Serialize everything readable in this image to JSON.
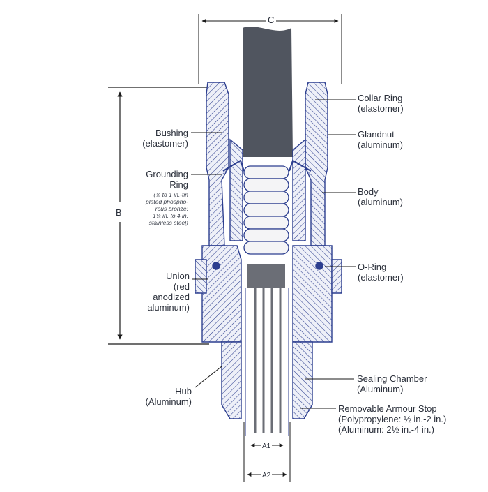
{
  "dimensions": {
    "c": "C",
    "b": "B",
    "a1": "A1",
    "a2": "A2"
  },
  "labels": {
    "collar_ring": [
      "Collar Ring",
      "(elastomer)"
    ],
    "glandnut": [
      "Glandnut",
      "(aluminum)"
    ],
    "body": [
      "Body",
      "(aluminum)"
    ],
    "o_ring": [
      "O-Ring",
      "(elastomer)"
    ],
    "sealing_chamber": [
      "Sealing Chamber",
      "(Aluminum)"
    ],
    "armour_stop": [
      "Removable Armour Stop",
      "(Polypropylene: ½ in.-2 in.)",
      "(Aluminum: 2½ in.-4 in.)"
    ],
    "bushing": [
      "Bushing",
      "(elastomer)"
    ],
    "grounding_ring": [
      "Grounding",
      "Ring"
    ],
    "grounding_note": [
      "(¾ to 1 in.-tin",
      "plated phospho-",
      "rous bronze;",
      "1¼ in. to 4 in.",
      "stainless steel)"
    ],
    "union": [
      "Union",
      "(red",
      "anodized",
      "aluminum)"
    ],
    "hub": [
      "Hub",
      "(Aluminum)"
    ]
  },
  "colors": {
    "metal": "#2c3e8f",
    "cable": "#50555f",
    "text": "#2a2f3a",
    "hatch_bg": "#eef0f8"
  }
}
